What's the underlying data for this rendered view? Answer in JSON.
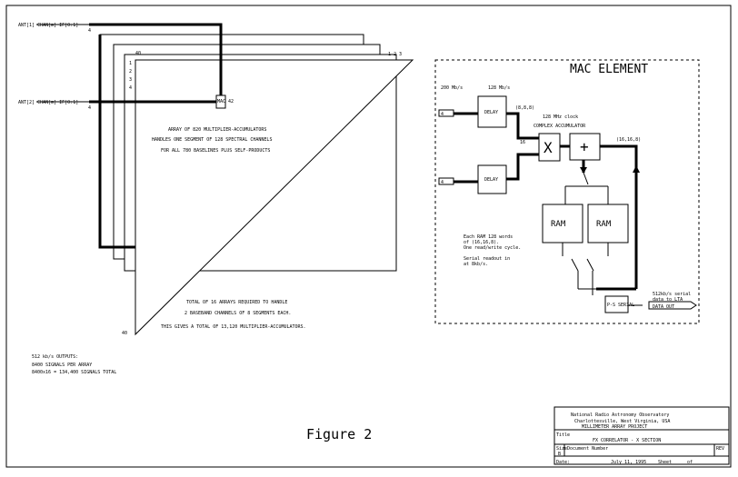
{
  "left": {
    "input_top": "ANT[1] CHAN[m] IF[0:1]",
    "input_bottom": "ANT[2] CHAN[m] IF[0:1]",
    "pin_top": "4",
    "pin_bottom": "4",
    "side_labels": [
      "1",
      "2",
      "3",
      "4"
    ],
    "corner_top_left": "40",
    "corner_top_right": "1 2 3",
    "corner_bottom": "40",
    "mac_icon": "MAC 42",
    "text_upper": [
      "ARRAY OF 820 MULTIPLIER-ACCUMULATORS",
      "HANDLES ONE SEGMENT OF 128 SPECTRAL CHANNELS",
      "FOR ALL 780 BASELINES PLUS SELF-PRODUCTS"
    ],
    "text_lower": [
      "TOTAL OF 16 ARRAYS REQUIRED TO HANDLE",
      "2 BASEBAND CHANNELS OF 8 SEGMENTS EACH.",
      "THIS GIVES A TOTAL OF 13,120 MULTIPLIER-ACCUMULATORS."
    ],
    "outputs_title": "512 kb/s OUTPUTS:",
    "outputs_lines": [
      "8400 SIGNALS PER ARRAY",
      "8400x16 = 134,400 SIGNALS TOTAL"
    ]
  },
  "mac": {
    "title": "MAC ELEMENT",
    "rate_left": "200 Mb/s",
    "rate_right": "128 Mb/s",
    "delay_label": "DELAY",
    "mult_symbol": "X",
    "add_symbol": "+",
    "clock_label": "128 MHz clock",
    "acc_label": "COMPLEX ACCUMULATOR",
    "bits_mult": "(8,8,8)",
    "bits_acc": "(16,16,8)",
    "bus_width": "16",
    "input_a": "4",
    "input_b": "4",
    "ram_label": "RAM",
    "ram_note": [
      "Each RAM 128 words",
      "of (16,16,8).",
      "One read/write cycle."
    ],
    "ram_note2": [
      "Serial readout in",
      "at 8kb/s."
    ],
    "serializer_label": "P-S SERIAL",
    "out_note": [
      "512kb/s serial",
      "data to LTA"
    ],
    "data_out": "DATA OUT"
  },
  "title_block": {
    "org": "National Radio Astronomy Observatory",
    "place": "Charlottesville, West Virginia, USA",
    "project": "MILLIMETER ARRAY PROJECT",
    "title_label": "Title",
    "title_value": "FX CORRELATOR - X SECTION",
    "size_label": "Size",
    "docnum_label": "Document Number",
    "rev_label": "REV",
    "size_value": "B",
    "date_label": "Date:",
    "date_value": "July 11, 1995",
    "sheet_label": "Sheet",
    "sheet_value": "of"
  },
  "caption": "Figure 2"
}
